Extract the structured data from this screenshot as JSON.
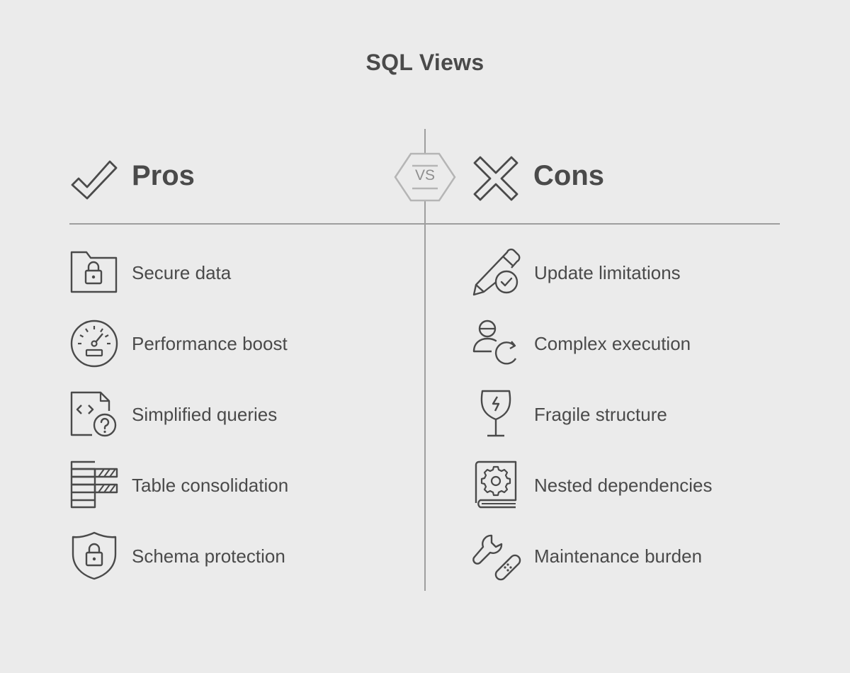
{
  "title": "SQL Views",
  "vs_label": "VS",
  "pros": {
    "heading": "Pros",
    "heading_icon": "checkmark-icon",
    "items": [
      {
        "label": "Secure data",
        "icon": "locked-folder-icon"
      },
      {
        "label": "Performance boost",
        "icon": "speedometer-icon"
      },
      {
        "label": "Simplified queries",
        "icon": "code-question-file-icon"
      },
      {
        "label": "Table consolidation",
        "icon": "stacked-tables-icon"
      },
      {
        "label": "Schema protection",
        "icon": "shield-lock-icon"
      }
    ]
  },
  "cons": {
    "heading": "Cons",
    "heading_icon": "cross-icon",
    "items": [
      {
        "label": "Update limitations",
        "icon": "pencil-check-icon"
      },
      {
        "label": "Complex execution",
        "icon": "user-refresh-icon"
      },
      {
        "label": "Fragile structure",
        "icon": "fragile-glass-icon"
      },
      {
        "label": "Nested dependencies",
        "icon": "gear-book-icon"
      },
      {
        "label": "Maintenance burden",
        "icon": "wrench-bandage-icon"
      }
    ]
  }
}
